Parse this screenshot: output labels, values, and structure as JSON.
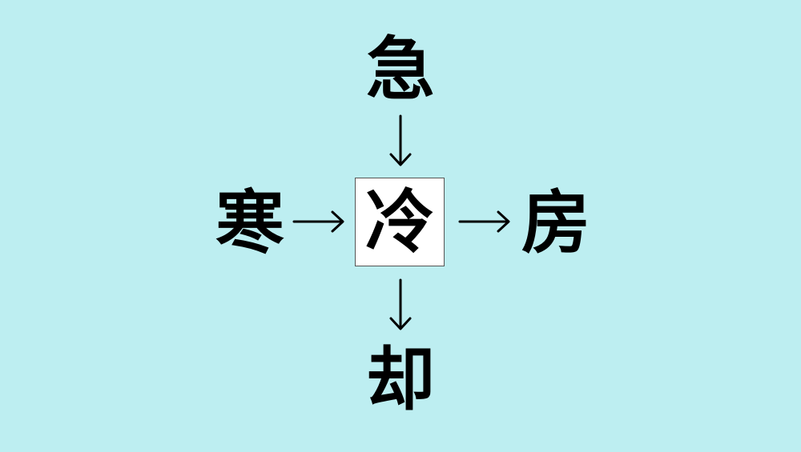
{
  "puzzle": {
    "top": "急",
    "left": "寒",
    "center": "冷",
    "right": "房",
    "bottom": "却"
  },
  "colors": {
    "background": "#bdeef1",
    "center_box": "#ffffff",
    "text": "#000000"
  }
}
